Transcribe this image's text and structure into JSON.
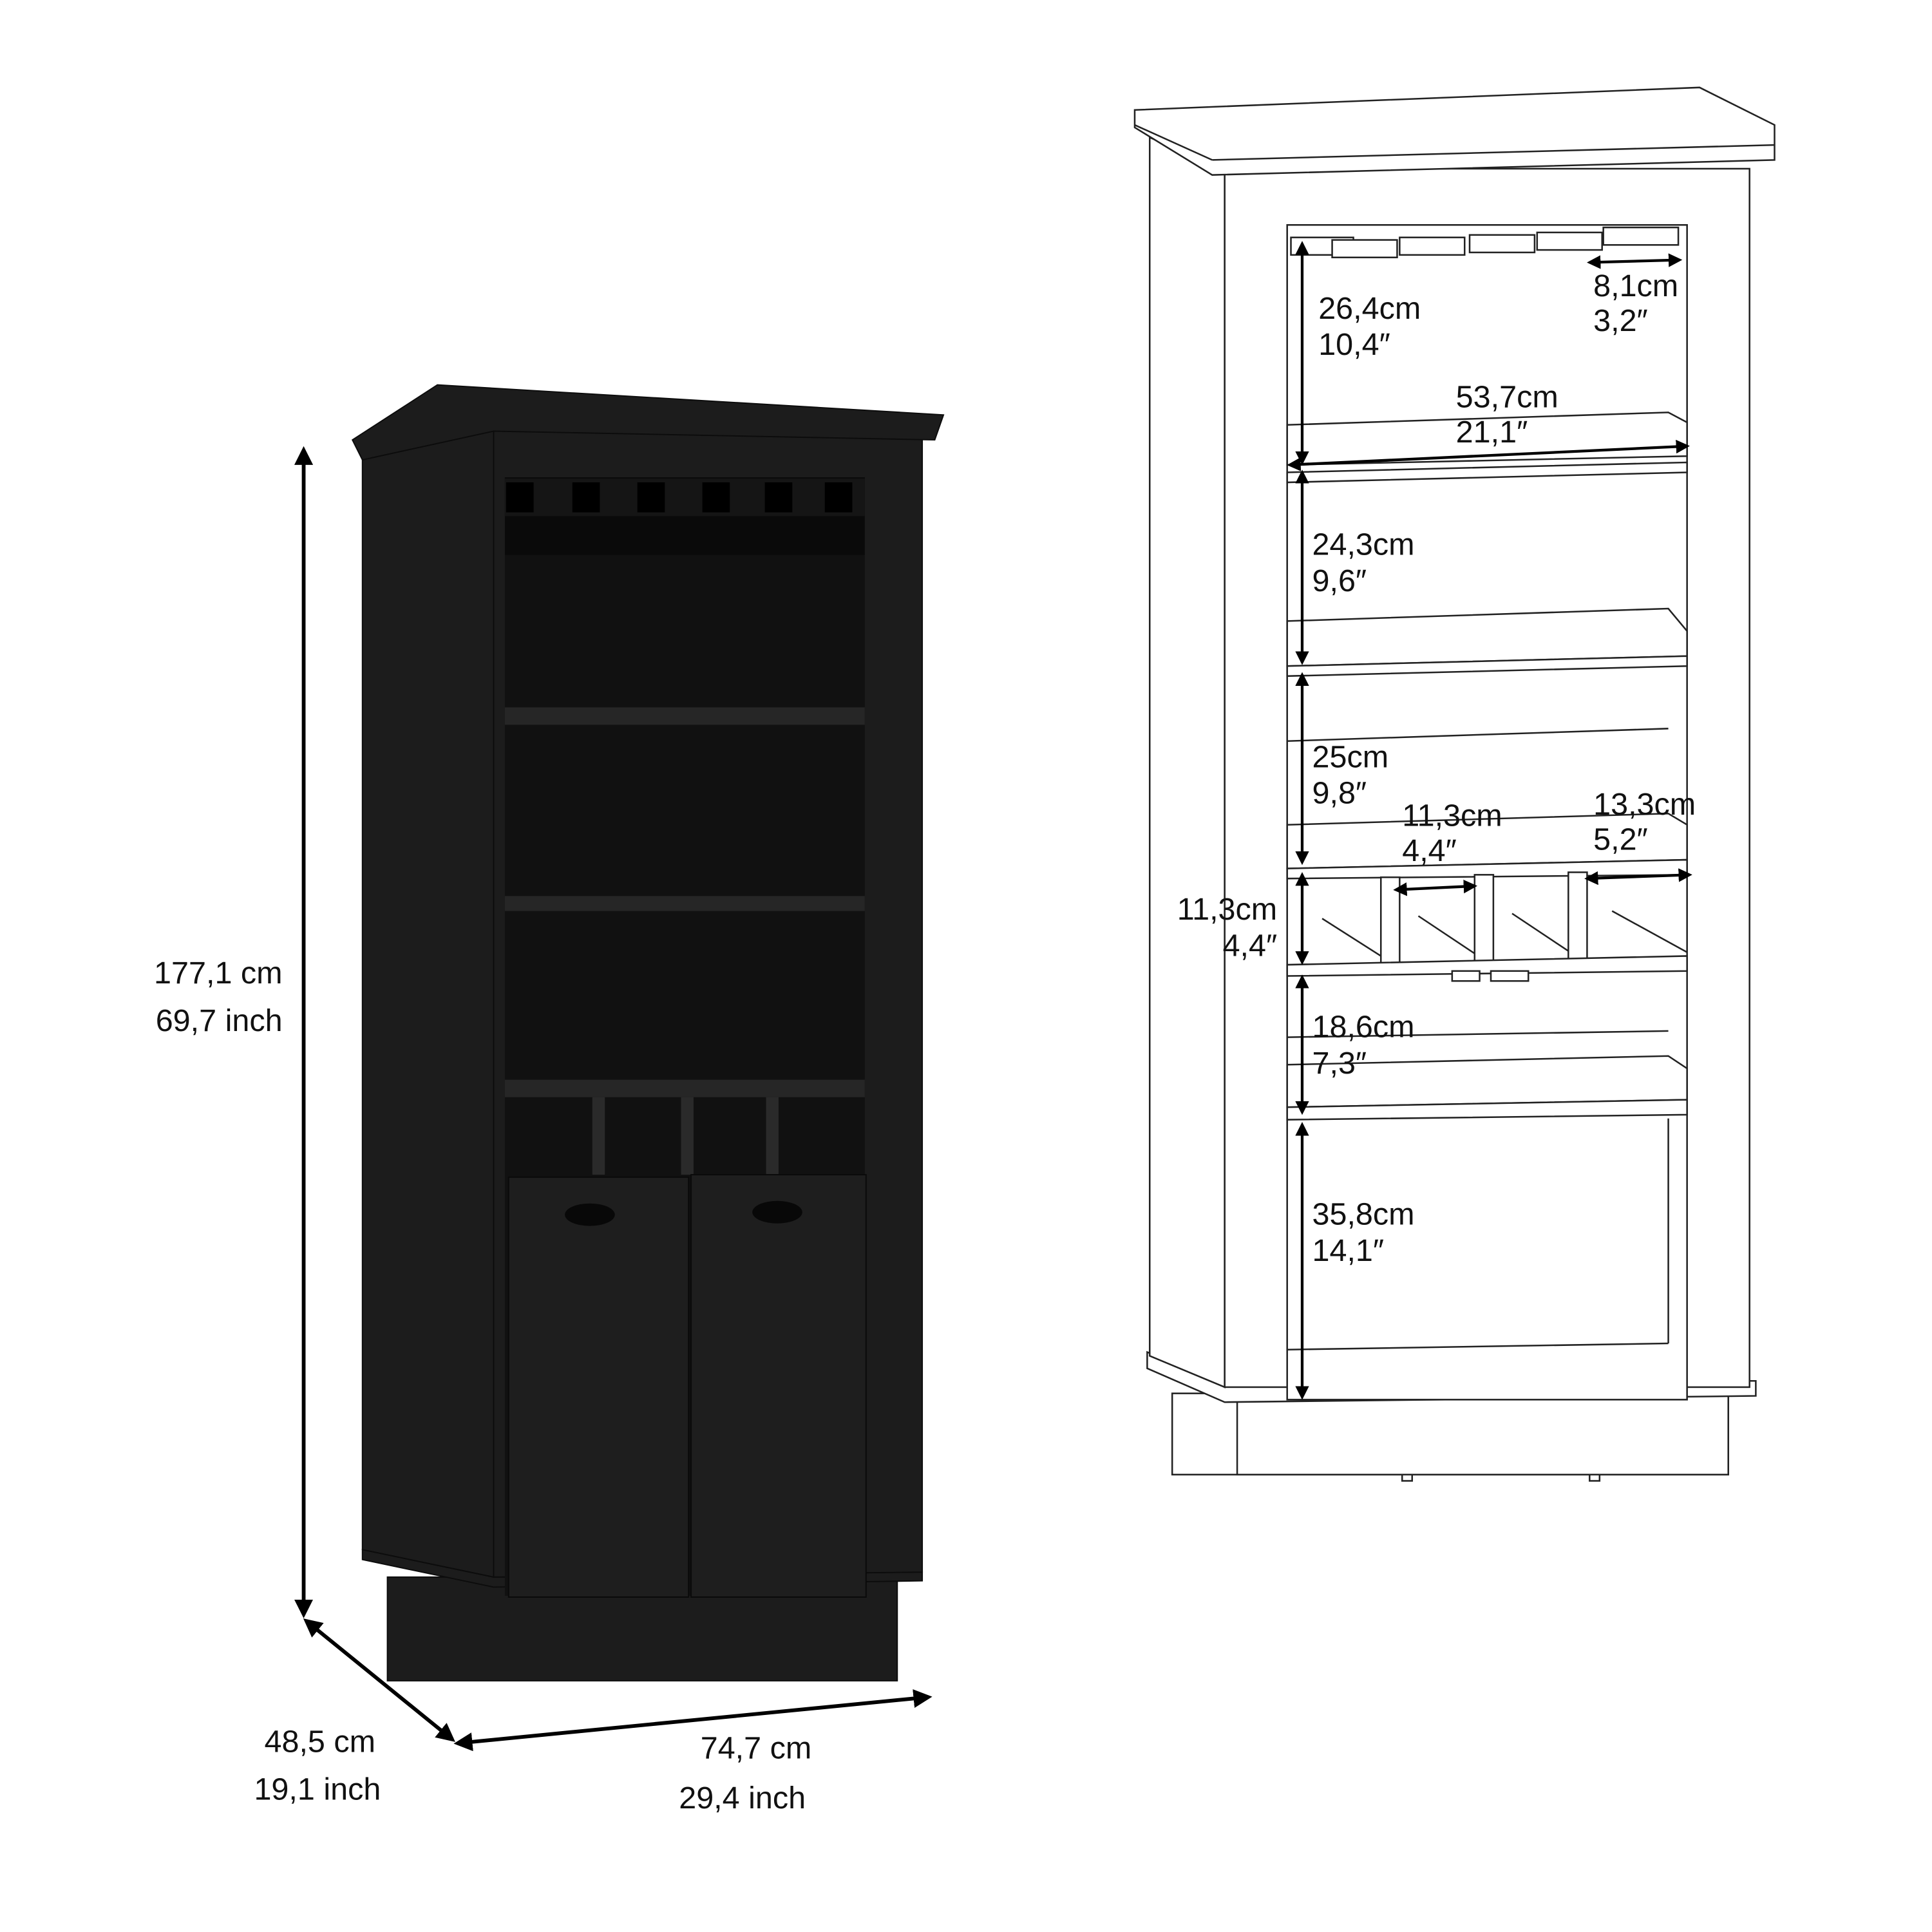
{
  "overall": {
    "height_cm": "177,1 cm",
    "height_in": "69,7 inch",
    "depth_cm": "48,5 cm",
    "depth_in": "19,1 inch",
    "width_cm": "74,7 cm",
    "width_in": "29,4 inch"
  },
  "interior": {
    "glass_rack_height_cm": "26,4cm",
    "glass_rack_height_in": "10,4″",
    "glass_slot_width_cm": "8,1cm",
    "glass_slot_width_in": "3,2″",
    "inner_width_cm": "53,7cm",
    "inner_width_in": "21,1″",
    "shelf2_height_cm": "24,3cm",
    "shelf2_height_in": "9,6″",
    "shelf3_height_cm": "25cm",
    "shelf3_height_in": "9,8″",
    "cubby_inner_width_cm": "11,3cm",
    "cubby_inner_width_in": "4,4″",
    "cubby_end_width_cm": "13,3cm",
    "cubby_end_width_in": "5,2″",
    "cubby_height_cm": "11,3cm",
    "cubby_height_in": "4,4″",
    "upper_cabinet_height_cm": "18,6cm",
    "upper_cabinet_height_in": "7,3″",
    "lower_cabinet_height_cm": "35,8cm",
    "lower_cabinet_height_in": "14,1″"
  },
  "colors": {
    "cabinet": "#1c1c1c",
    "line": "#222222"
  }
}
